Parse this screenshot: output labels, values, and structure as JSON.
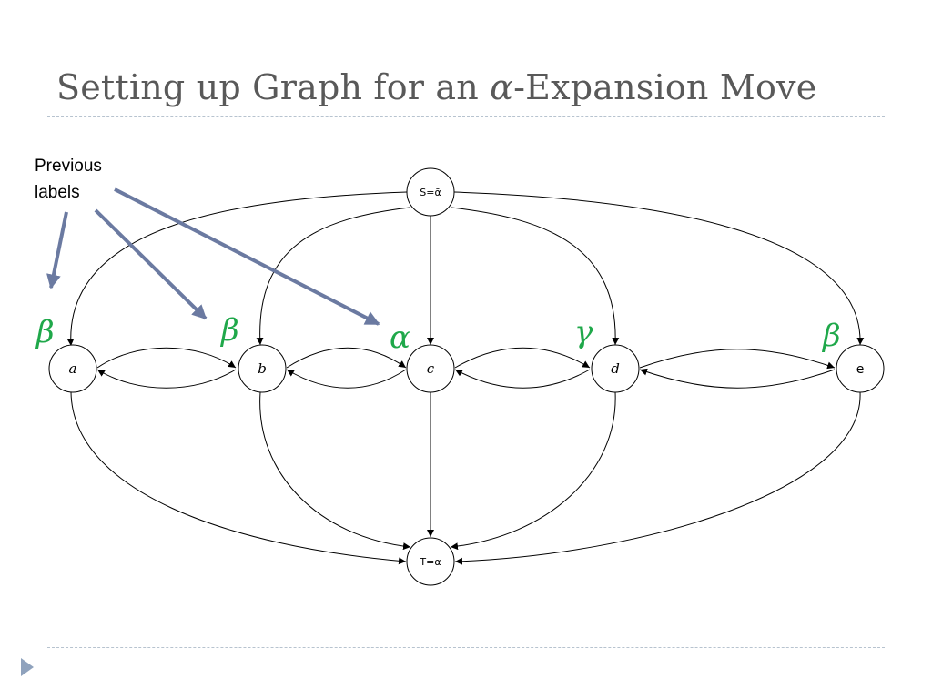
{
  "title": {
    "prefix": "Setting up Graph for an ",
    "greek": "α",
    "suffix": "-Expansion Move"
  },
  "annotation": {
    "line1": "Previous",
    "line2": "labels"
  },
  "nodes": {
    "source": "S=ᾱ",
    "sink": "T=α",
    "a": "a",
    "b": "b",
    "c": "c",
    "d": "d",
    "e": "e"
  },
  "node_labels": {
    "a": "β",
    "b": "β",
    "c": "α",
    "d": "γ",
    "e": "β"
  },
  "colors": {
    "label_green": "#1fa84a",
    "arrow_blue": "#6b7aa1",
    "title_gray": "#595959"
  }
}
